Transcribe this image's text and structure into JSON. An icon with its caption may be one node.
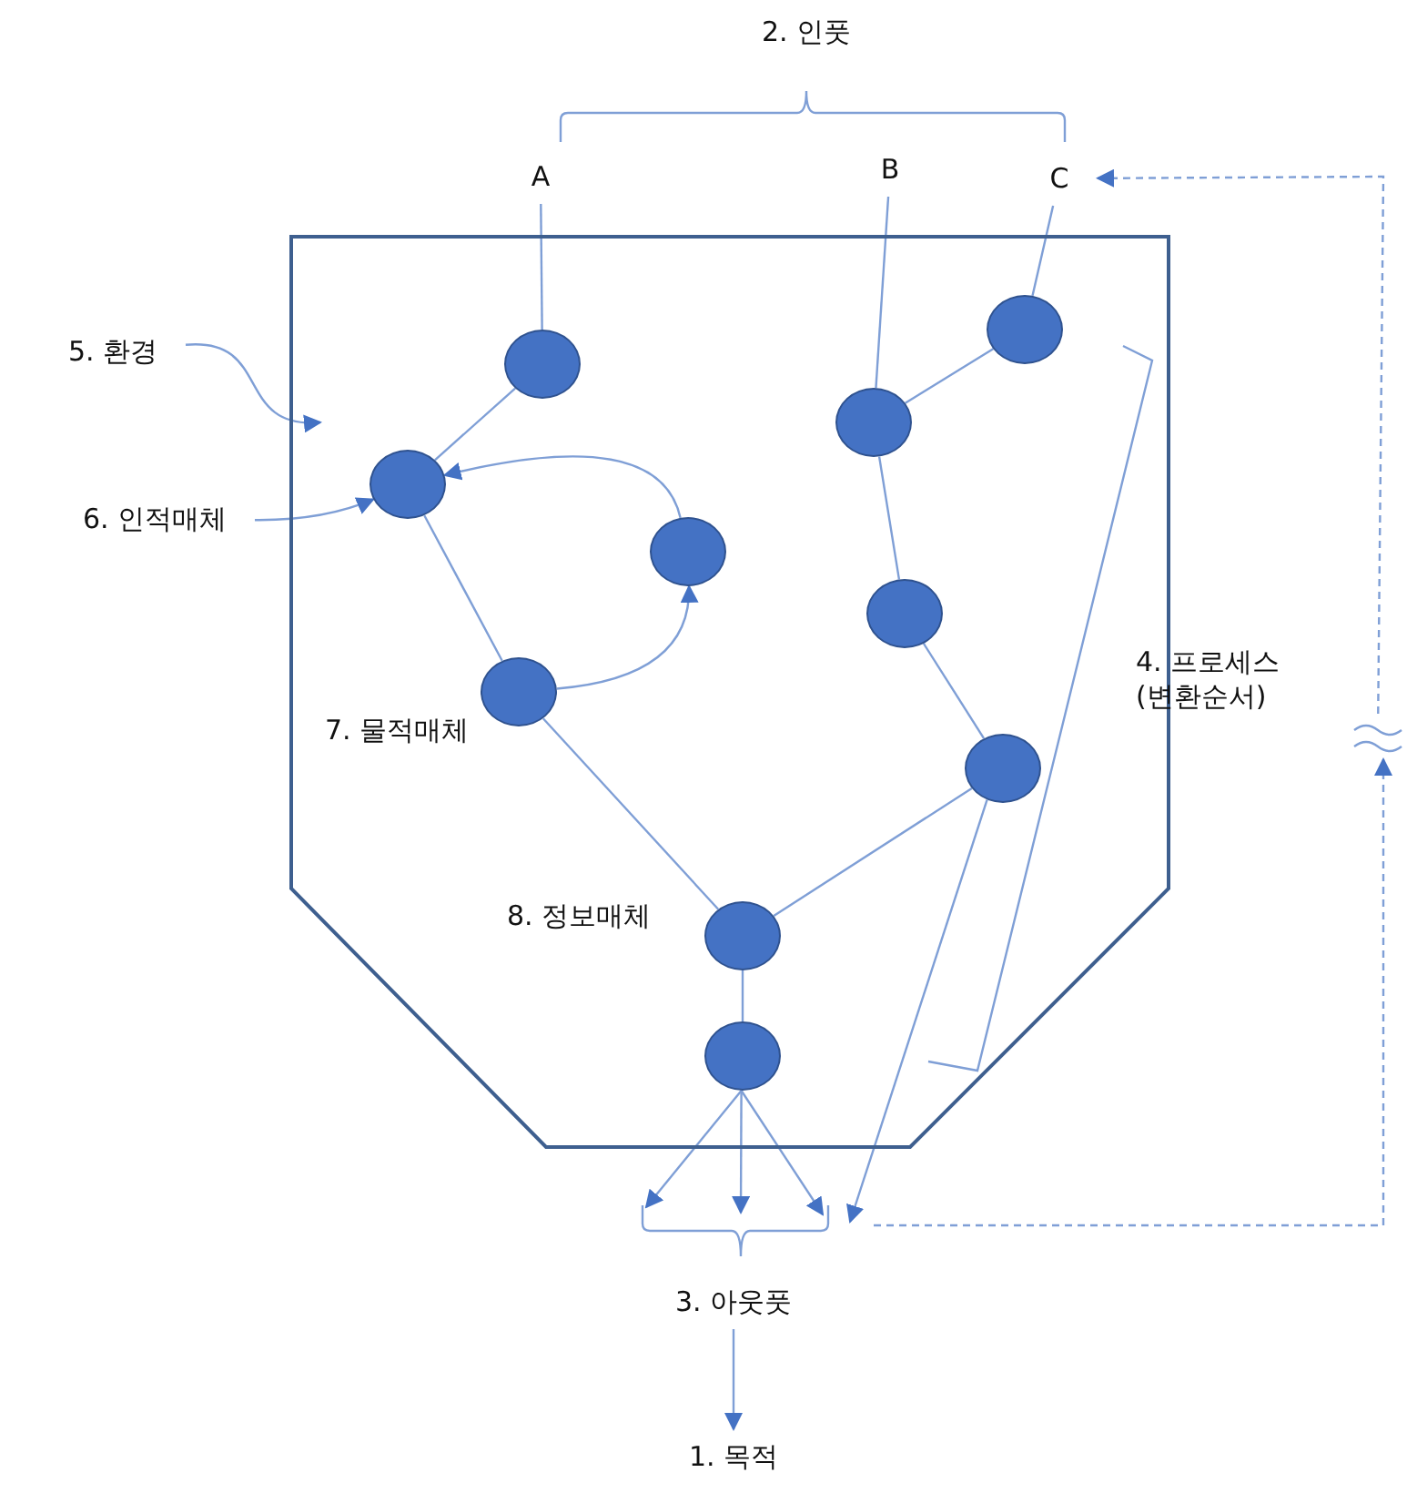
{
  "diagram": {
    "nodes": [
      {
        "text": [
          "A"
        ]
      },
      {
        "text": [
          "B"
        ]
      },
      {
        "text": [
          "C"
        ]
      },
      {
        "text": [
          "5. 환경"
        ]
      },
      {
        "text": [
          "6. 인적매체"
        ]
      },
      {
        "text": [],
        "shape": "hexagon"
      },
      {
        "text": [],
        "shape": "circle",
        "in": 5
      },
      {
        "text": [],
        "shape": "circle",
        "in": 5
      },
      {
        "text": [],
        "shape": "circle",
        "in": 5
      },
      {
        "text": [],
        "shape": "circle",
        "in": 5,
        "beside": [
          "7. 물적매체"
        ]
      },
      {
        "text": [],
        "shape": "circle",
        "in": 5
      },
      {
        "text": [],
        "shape": "circle",
        "in": 5
      },
      {
        "text": [],
        "shape": "circle",
        "in": 5
      },
      {
        "text": [],
        "shape": "circle",
        "in": 5
      },
      {
        "text": [],
        "shape": "circle",
        "in": 5,
        "beside": [
          "8. 정보매체"
        ]
      },
      {
        "text": [],
        "shape": "circle",
        "in": 5
      },
      {
        "text": [
          "3. 아웃풋"
        ]
      },
      {
        "text": [
          "1. 목적"
        ]
      },
      {
        "text": [],
        "shape": "squiggle"
      }
    ],
    "edges": [
      {
        "from": 0,
        "to": 6,
        "arrow": "none"
      },
      {
        "from": 6,
        "to": 7,
        "arrow": "none"
      },
      {
        "from": 7,
        "to": 9,
        "arrow": "none"
      },
      {
        "from": 9,
        "to": 8,
        "arrow": "to"
      },
      {
        "from": 8,
        "to": 7,
        "arrow": "to"
      },
      {
        "from": 9,
        "to": 14,
        "arrow": "none"
      },
      {
        "from": 1,
        "to": 10,
        "arrow": "none"
      },
      {
        "from": 2,
        "to": 11,
        "arrow": "none"
      },
      {
        "from": 11,
        "to": 10,
        "arrow": "none"
      },
      {
        "from": 10,
        "to": 12,
        "arrow": "none"
      },
      {
        "from": 12,
        "to": 13,
        "arrow": "none"
      },
      {
        "from": 13,
        "to": 14,
        "arrow": "none"
      },
      {
        "from": 13,
        "to": 16,
        "arrow": "to"
      },
      {
        "from": 14,
        "to": 15,
        "arrow": "none"
      },
      {
        "from": 15,
        "to": 16,
        "arrow": "to"
      },
      {
        "from": 15,
        "to": 16,
        "arrow": "to"
      },
      {
        "from": 15,
        "to": 16,
        "arrow": "to"
      },
      {
        "from": 16,
        "to": 17,
        "arrow": "to"
      },
      {
        "from": 3,
        "to": 5,
        "arrow": "to"
      },
      {
        "from": 4,
        "to": 7,
        "arrow": "to"
      },
      {
        "from": 18,
        "to": 2,
        "arrow": "to",
        "style": "dashed"
      },
      {
        "from": 16,
        "to": 18,
        "arrow": "to",
        "style": "dashed"
      }
    ],
    "labels": [
      "2. 인풋",
      "4. 프로세스 (변환순서)"
    ]
  }
}
